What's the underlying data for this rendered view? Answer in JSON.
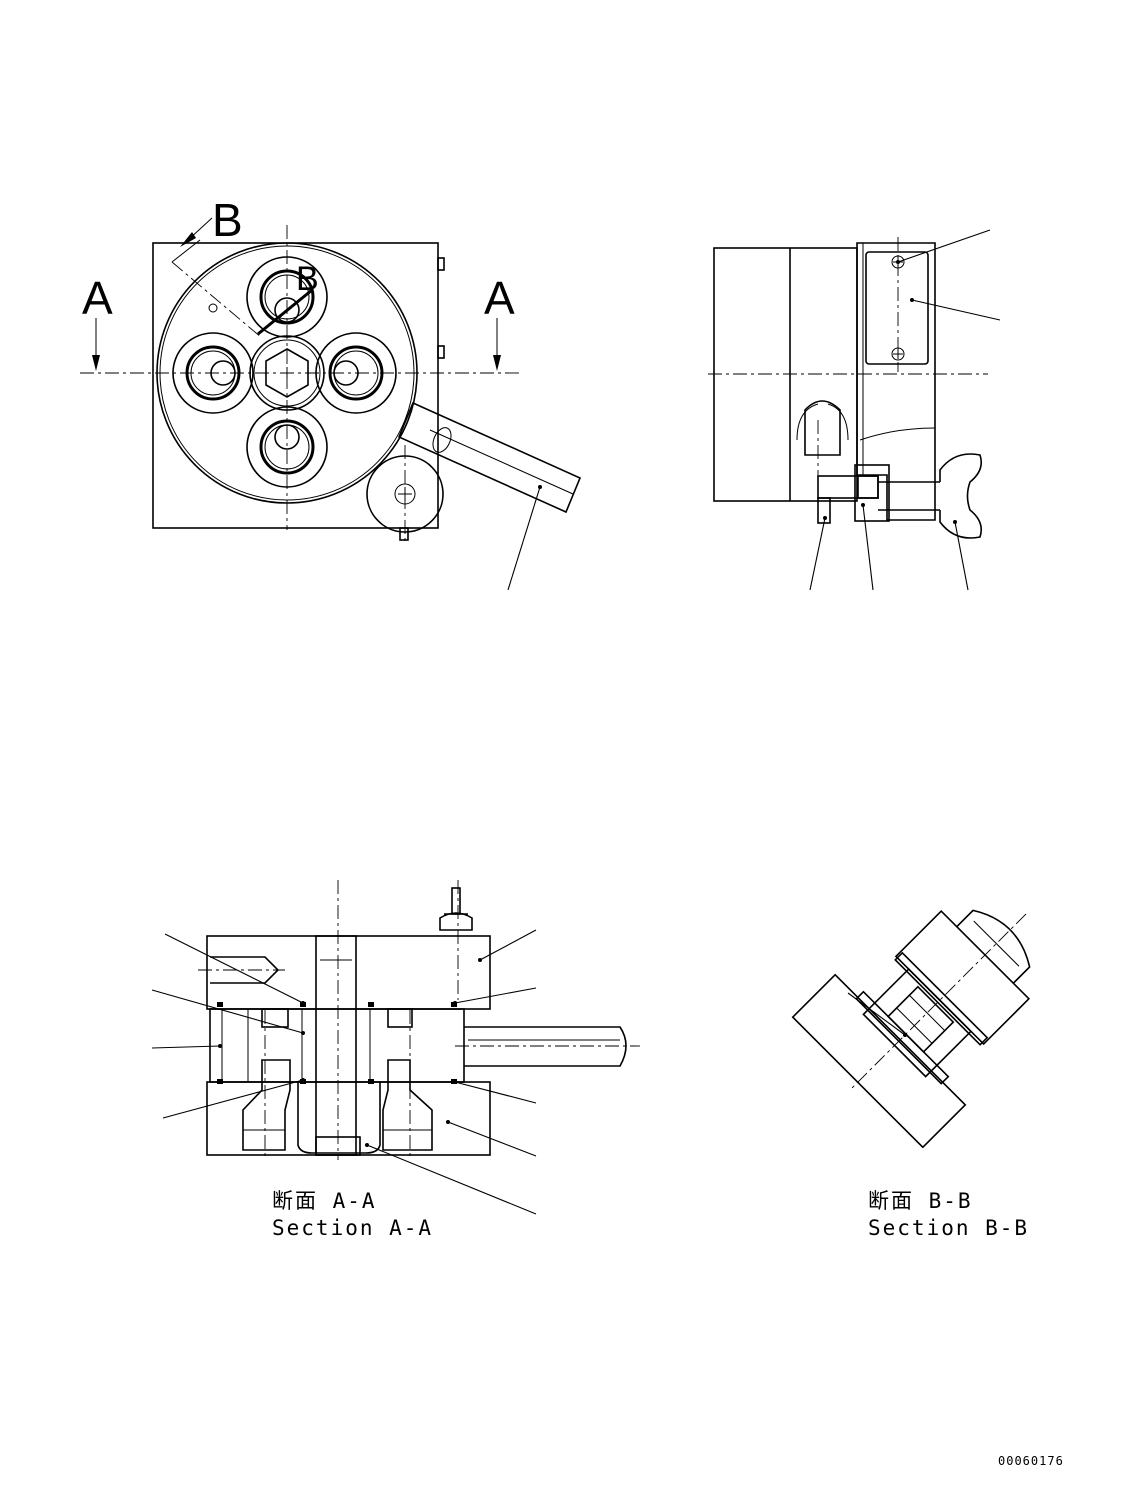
{
  "view_labels": {
    "section_a_left": "A",
    "section_a_right": "A",
    "section_b": "B",
    "section_b_small": "B"
  },
  "captions": {
    "section_aa_jp": "断面 A-A",
    "section_aa_en": "Section A-A",
    "section_bb_jp": "断面 B-B",
    "section_bb_en": "Section B-B"
  },
  "drawing_code": "00060176"
}
